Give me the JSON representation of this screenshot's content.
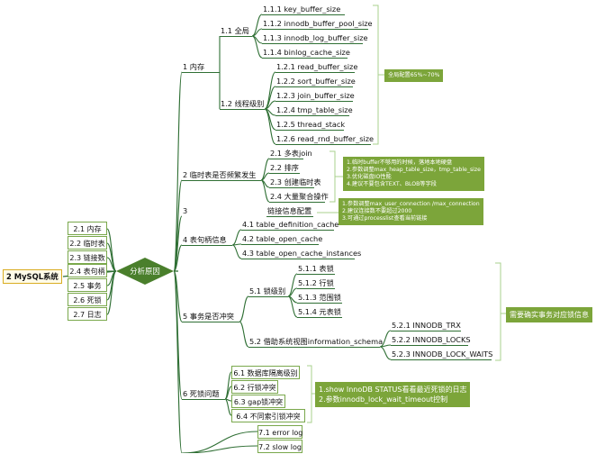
{
  "root": "2 MySQL系统",
  "center": "分析原因",
  "left_items": [
    "2.1 内存",
    "2.2 临时表",
    "2.3 链接数",
    "2.4 表句柄",
    "2.5 事务",
    "2.6 死锁",
    "2.7 日志"
  ],
  "sections": {
    "memory": {
      "label": "1 内存",
      "global": {
        "label": "1.1 全局",
        "items": [
          "1.1.1 key_buffer_size",
          "1.1.2 innodb_buffer_pool_size",
          "1.1.3 innodb_log_buffer_size",
          "1.1.4 binlog_cache_size"
        ]
      },
      "thread": {
        "label": "1.2 线程级别",
        "items": [
          "1.2.1 read_buffer_size",
          "1.2.2 sort_buffer_size",
          "1.2.3  join_buffer_size",
          "1.2.4 tmp_table_size",
          "1.2.5 thread_stack",
          "1.2.6 read_rnd_buffer_size"
        ]
      },
      "note": "全局配置65%~70%"
    },
    "tmp": {
      "label": "2 临时表是否频繁发生",
      "items": [
        "2.1 多表join",
        "2.2 排序",
        "2.3 创建临时表",
        "2.4 大量聚合操作"
      ],
      "note": [
        "1.临时buffer不够用的时候，落地本地硬盘",
        "2.参数调整max_heap_table_size，tmp_table_size",
        "3.优化磁盘IO性能",
        "4.建议不要包含TEXT、BLOB等字段"
      ]
    },
    "conn": {
      "num": "3",
      "label": "链接信息配置",
      "note": [
        "1.参数调整max_user_connection /max_connection",
        "2.建议连接数不要超过2000",
        "3.可通过processlist查看当前链接"
      ]
    },
    "handles": {
      "label": "4 表句柄信息",
      "items": [
        "4.1 table_definition_cache",
        "4.2 table_open_cache",
        "4.3 table_open_cache_instances"
      ]
    },
    "txn": {
      "label": "5 事务是否冲突",
      "locks": {
        "label": "5.1 锁级别",
        "items": [
          "5.1.1 表锁",
          "5.1.2 行锁",
          "5.1.3 范围锁",
          "5.1.4 元表锁"
        ]
      },
      "views": {
        "label": "5.2 借助系统视图information_schema",
        "items": [
          "5.2.1 INNODB_TRX",
          "5.2.2 INNODB_LOCKS",
          "5.2.3 INNODB_LOCK_WAITS"
        ]
      },
      "note": "需要确实事务对应锁信息"
    },
    "deadlock": {
      "label": "6 死锁问题",
      "items": [
        "6.1 数据库隔离级别",
        "6.2 行锁冲突",
        "6.3 gap锁冲突",
        "6.4 不同索引锁冲突"
      ],
      "note": [
        "1.show InnoDB STATUS看看最近死锁的日志",
        "2.参数innodb_lock_wait_timeout控制"
      ]
    },
    "log": {
      "items": [
        "7.1 error log",
        "7.2 slow log"
      ]
    }
  },
  "colors": {
    "line": "#2f6f34",
    "root_border": "#d9ad23",
    "center_fill": "#4a7f2c",
    "note_fill": "#7ca53a",
    "brace": "#a8d08d"
  }
}
